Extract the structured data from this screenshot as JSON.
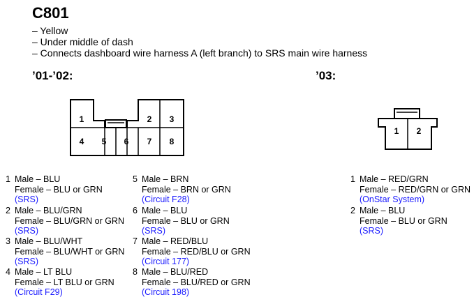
{
  "connector": {
    "title": "C801",
    "details": [
      "– Yellow",
      "– Under middle of dash",
      "– Connects dashboard wire harness A (left branch) to SRS main wire harness"
    ]
  },
  "variants": [
    {
      "label": "’01-’02:",
      "cavity_labels": [
        "1",
        "2",
        "3",
        "4",
        "5",
        "6",
        "7",
        "8"
      ],
      "pins": [
        {
          "num": "1",
          "male": "Male – BLU",
          "female": "Female – BLU or GRN",
          "note": "(SRS)"
        },
        {
          "num": "2",
          "male": "Male – BLU/GRN",
          "female": "Female – BLU/GRN or GRN",
          "note": "(SRS)"
        },
        {
          "num": "3",
          "male": "Male – BLU/WHT",
          "female": "Female – BLU/WHT or GRN",
          "note": "(SRS)"
        },
        {
          "num": "4",
          "male": "Male – LT BLU",
          "female": "Female – LT BLU or GRN",
          "note": "(Circuit F29)"
        },
        {
          "num": "5",
          "male": "Male – BRN",
          "female": "Female – BRN or GRN",
          "note": "(Circuit F28)"
        },
        {
          "num": "6",
          "male": "Male – BLU",
          "female": "Female – BLU or GRN",
          "note": "(SRS)"
        },
        {
          "num": "7",
          "male": "Male – RED/BLU",
          "female": "Female – RED/BLU or GRN",
          "note": "(Circuit 177)"
        },
        {
          "num": "8",
          "male": "Male – BLU/RED",
          "female": "Female – BLU/RED or GRN",
          "note": "(Circuit 198)"
        }
      ]
    },
    {
      "label": "’03:",
      "cavity_labels": [
        "1",
        "2"
      ],
      "pins": [
        {
          "num": "1",
          "male": "Male – RED/GRN",
          "female": "Female – RED/GRN or GRN",
          "note": "(OnStar System)"
        },
        {
          "num": "2",
          "male": "Male – BLU",
          "female": "Female – BLU or GRN",
          "note": "(SRS)"
        }
      ]
    }
  ],
  "colors": {
    "text": "#000000",
    "note": "#1a1aff"
  }
}
